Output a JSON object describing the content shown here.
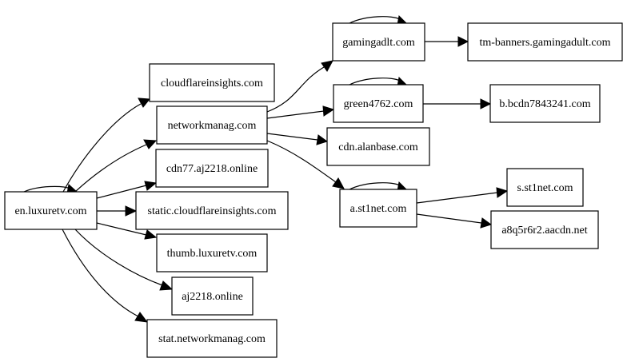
{
  "nodes": {
    "en_luxuretv": "en.luxuretv.com",
    "cloudflareinsights": "cloudflareinsights.com",
    "networkmanag": "networkmanag.com",
    "cdn77_aj2218": "cdn77.aj2218.online",
    "static_cloudflareinsights": "static.cloudflareinsights.com",
    "thumb_luxuretv": "thumb.luxuretv.com",
    "aj2218": "aj2218.online",
    "stat_networkmanag": "stat.networkmanag.com",
    "gamingadlt": "gamingadlt.com",
    "green4762": "green4762.com",
    "cdn_alanbase": "cdn.alanbase.com",
    "a_st1net": "a.st1net.com",
    "tm_banners": "tm-banners.gamingadult.com",
    "b_bcdn": "b.bcdn7843241.com",
    "s_st1net": "s.st1net.com",
    "a8q5r6r2": "a8q5r6r2.aacdn.net"
  },
  "edges": [
    [
      "en_luxuretv",
      "en_luxuretv"
    ],
    [
      "en_luxuretv",
      "cloudflareinsights"
    ],
    [
      "en_luxuretv",
      "networkmanag"
    ],
    [
      "en_luxuretv",
      "cdn77_aj2218"
    ],
    [
      "en_luxuretv",
      "static_cloudflareinsights"
    ],
    [
      "en_luxuretv",
      "thumb_luxuretv"
    ],
    [
      "en_luxuretv",
      "aj2218"
    ],
    [
      "en_luxuretv",
      "stat_networkmanag"
    ],
    [
      "networkmanag",
      "gamingadlt"
    ],
    [
      "networkmanag",
      "green4762"
    ],
    [
      "networkmanag",
      "cdn_alanbase"
    ],
    [
      "networkmanag",
      "a_st1net"
    ],
    [
      "gamingadlt",
      "gamingadlt"
    ],
    [
      "gamingadlt",
      "tm_banners"
    ],
    [
      "green4762",
      "green4762"
    ],
    [
      "green4762",
      "b_bcdn"
    ],
    [
      "a_st1net",
      "a_st1net"
    ],
    [
      "a_st1net",
      "s_st1net"
    ],
    [
      "a_st1net",
      "a8q5r6r2"
    ]
  ]
}
